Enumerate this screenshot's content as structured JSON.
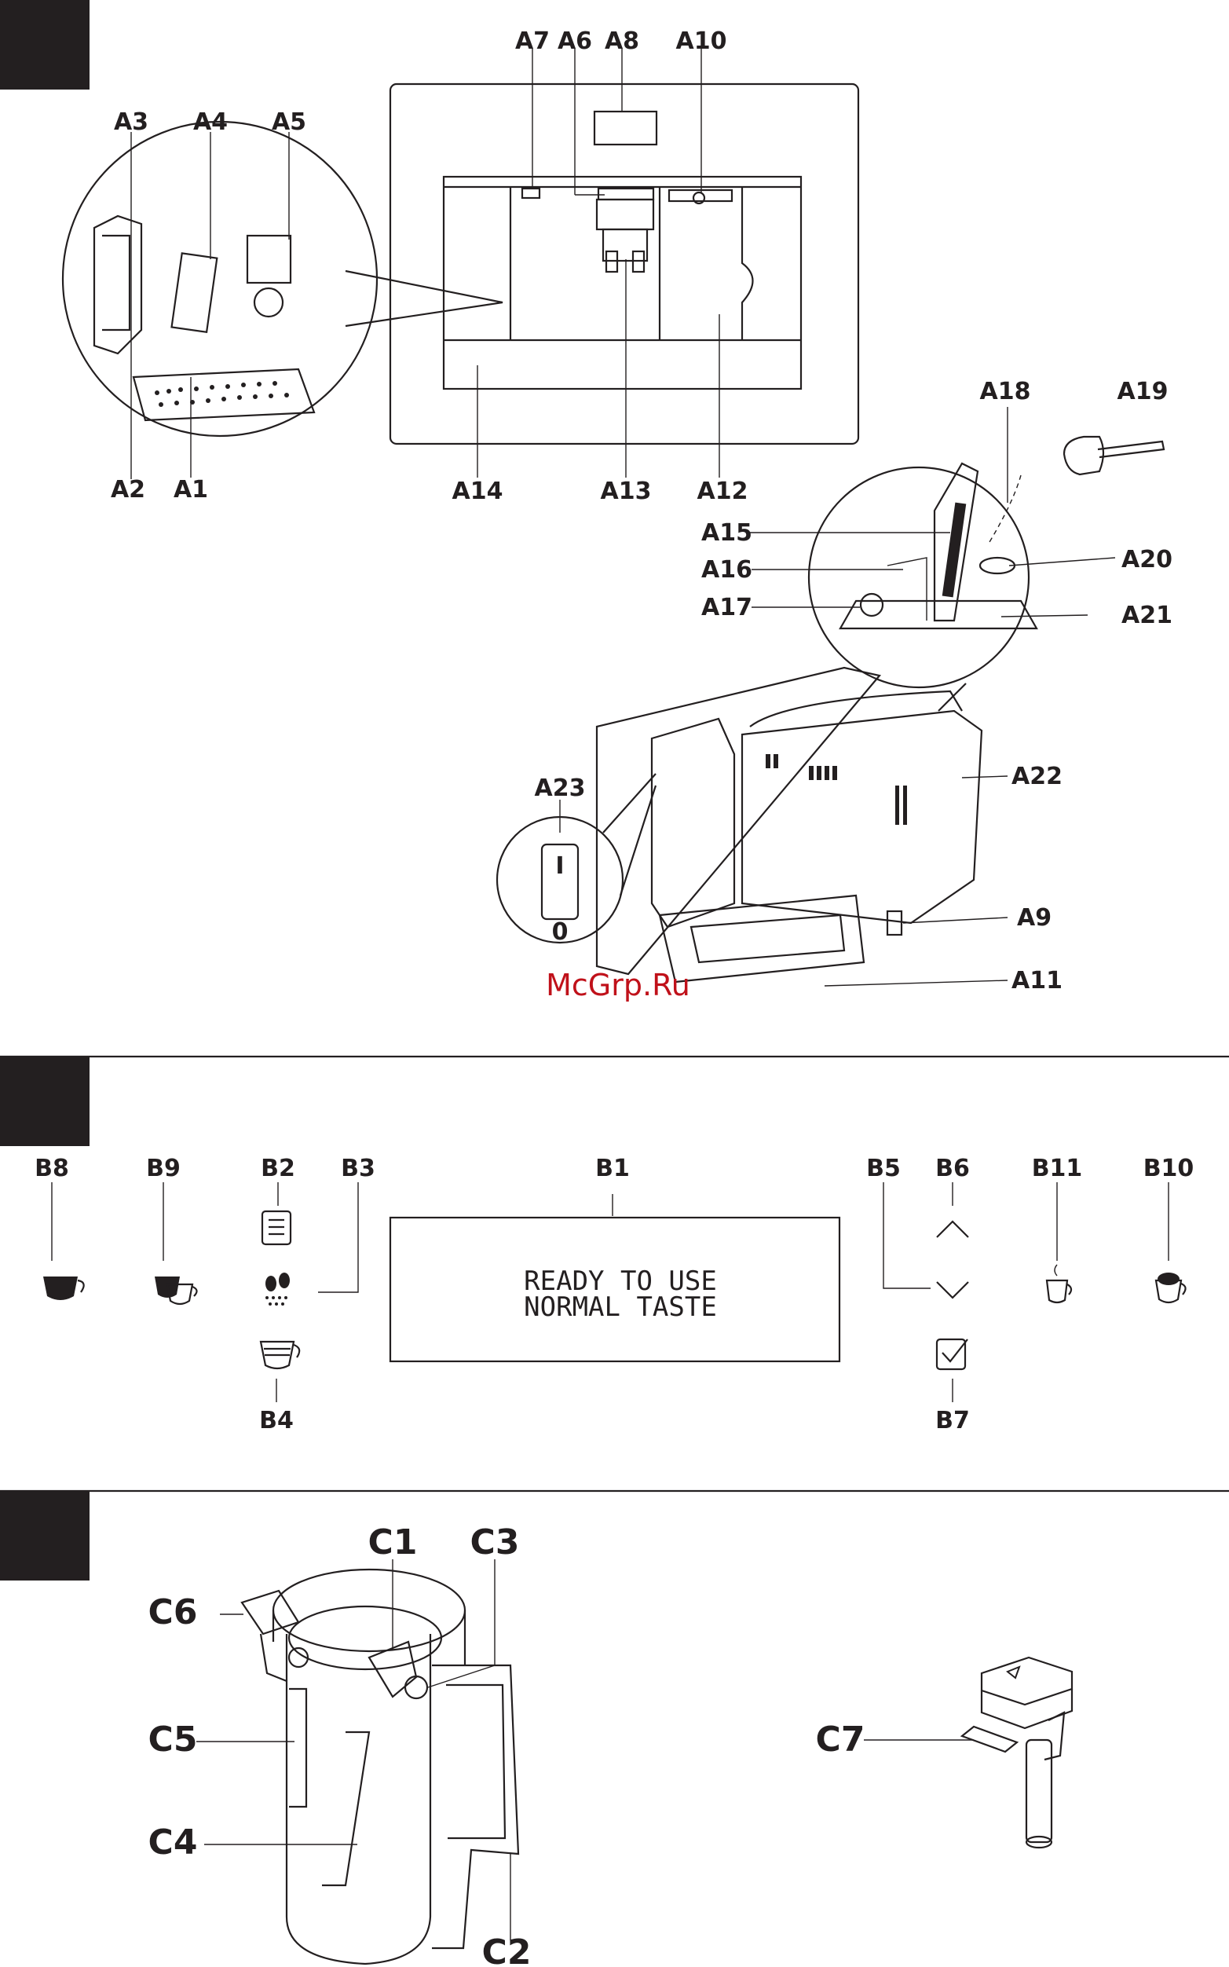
{
  "section_a": {
    "labels": [
      "A1",
      "A2",
      "A3",
      "A4",
      "A5",
      "A6",
      "A7",
      "A8",
      "A9",
      "A10",
      "A11",
      "A12",
      "A13",
      "A14",
      "A15",
      "A16",
      "A17",
      "A18",
      "A19",
      "A20",
      "A21",
      "A22",
      "A23"
    ],
    "switch_on": "I",
    "switch_off": "0"
  },
  "section_b": {
    "labels": [
      "B1",
      "B2",
      "B3",
      "B4",
      "B5",
      "B6",
      "B7",
      "B8",
      "B9",
      "B10",
      "B11"
    ],
    "display_line1": "READY TO USE",
    "display_line2": "NORMAL TASTE",
    "icons": [
      "espresso-cup-icon",
      "double-espresso-icon",
      "menu-icon",
      "bean-grinder-icon",
      "long-coffee-cup-icon",
      "chevron-down-icon",
      "chevron-up-icon",
      "checkbox-icon",
      "hot-water-cup-icon",
      "cappuccino-cup-icon"
    ]
  },
  "section_c": {
    "labels": [
      "C1",
      "C2",
      "C3",
      "C4",
      "C5",
      "C6",
      "C7"
    ]
  },
  "watermark": "McGrp.Ru"
}
